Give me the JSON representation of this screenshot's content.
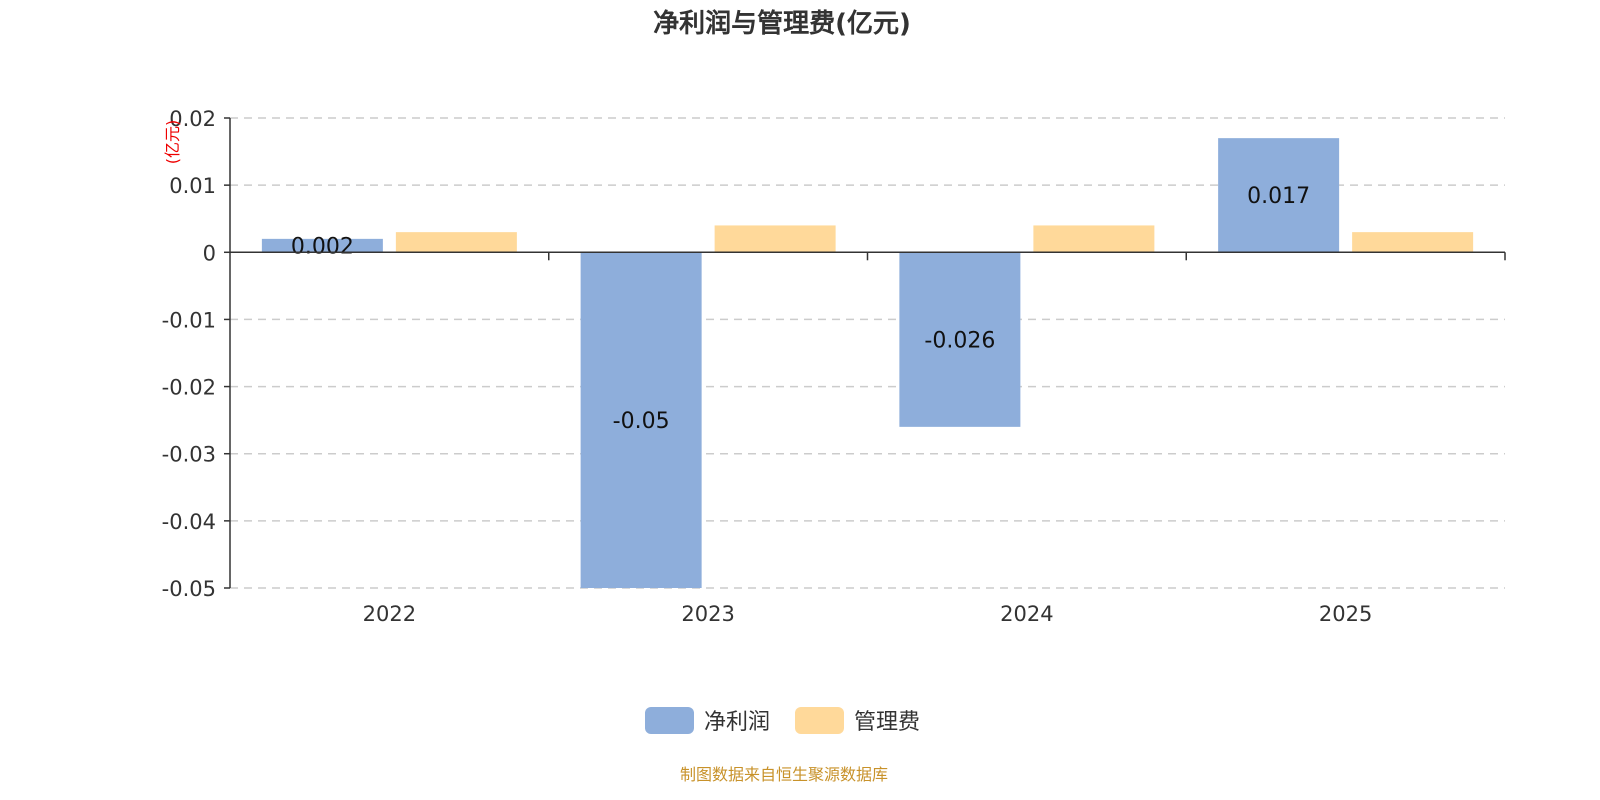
{
  "chart_data": {
    "type": "bar",
    "title": "净利润与管理费(亿元)",
    "ylabel": "(亿元)",
    "xlabel": "",
    "categories": [
      "2022",
      "2023",
      "2024",
      "2025"
    ],
    "series": [
      {
        "name": "净利润",
        "values": [
          0.002,
          -0.05,
          -0.026,
          0.017
        ],
        "labels": [
          "0.002",
          "-0.05",
          "-0.026",
          "0.017"
        ],
        "color": "#8eaedb"
      },
      {
        "name": "管理费",
        "values": [
          0.003,
          0.004,
          0.004,
          0.003
        ],
        "labels": [],
        "color": "#ffd99a"
      }
    ],
    "ylim": [
      -0.05,
      0.02
    ],
    "yticks": [
      "0.02",
      "0.01",
      "0",
      "-0.01",
      "-0.02",
      "-0.03",
      "-0.04",
      "-0.05"
    ],
    "ytick_values": [
      0.02,
      0.01,
      0,
      -0.01,
      -0.02,
      -0.03,
      -0.04,
      -0.05
    ],
    "grid": true,
    "legend": "bottom-center",
    "source": "制图数据来自恒生聚源数据库"
  }
}
